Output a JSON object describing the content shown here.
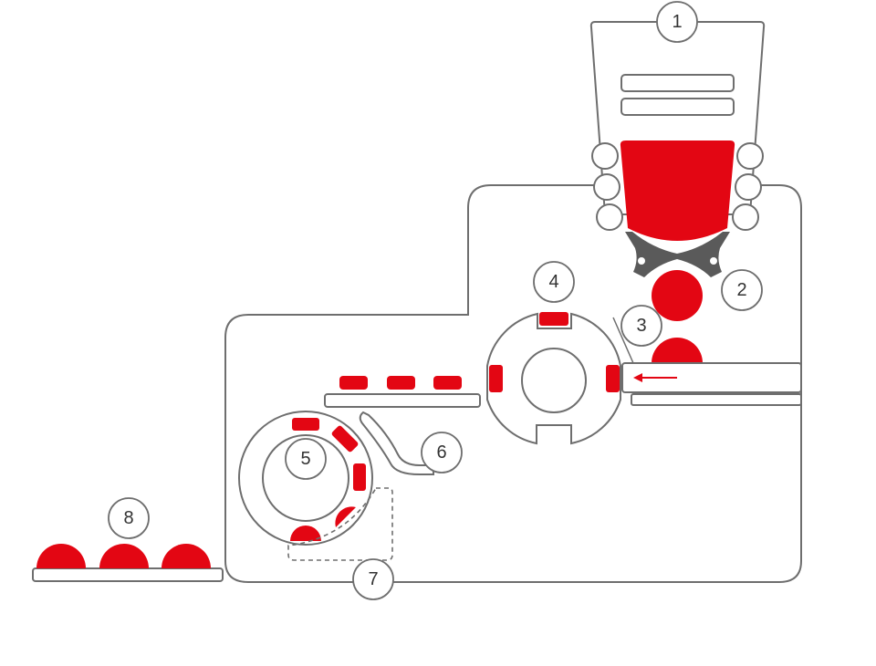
{
  "colors": {
    "product": "#e30613",
    "outline": "#6e6e6e",
    "mechanism": "#5a5a5a",
    "background": "#ffffff"
  },
  "callouts": [
    {
      "id": "callout-1",
      "label": "1"
    },
    {
      "id": "callout-2",
      "label": "2"
    },
    {
      "id": "callout-3",
      "label": "3"
    },
    {
      "id": "callout-4",
      "label": "4"
    },
    {
      "id": "callout-5",
      "label": "5"
    },
    {
      "id": "callout-6",
      "label": "6"
    },
    {
      "id": "callout-7",
      "label": "7"
    },
    {
      "id": "callout-8",
      "label": "8"
    }
  ]
}
